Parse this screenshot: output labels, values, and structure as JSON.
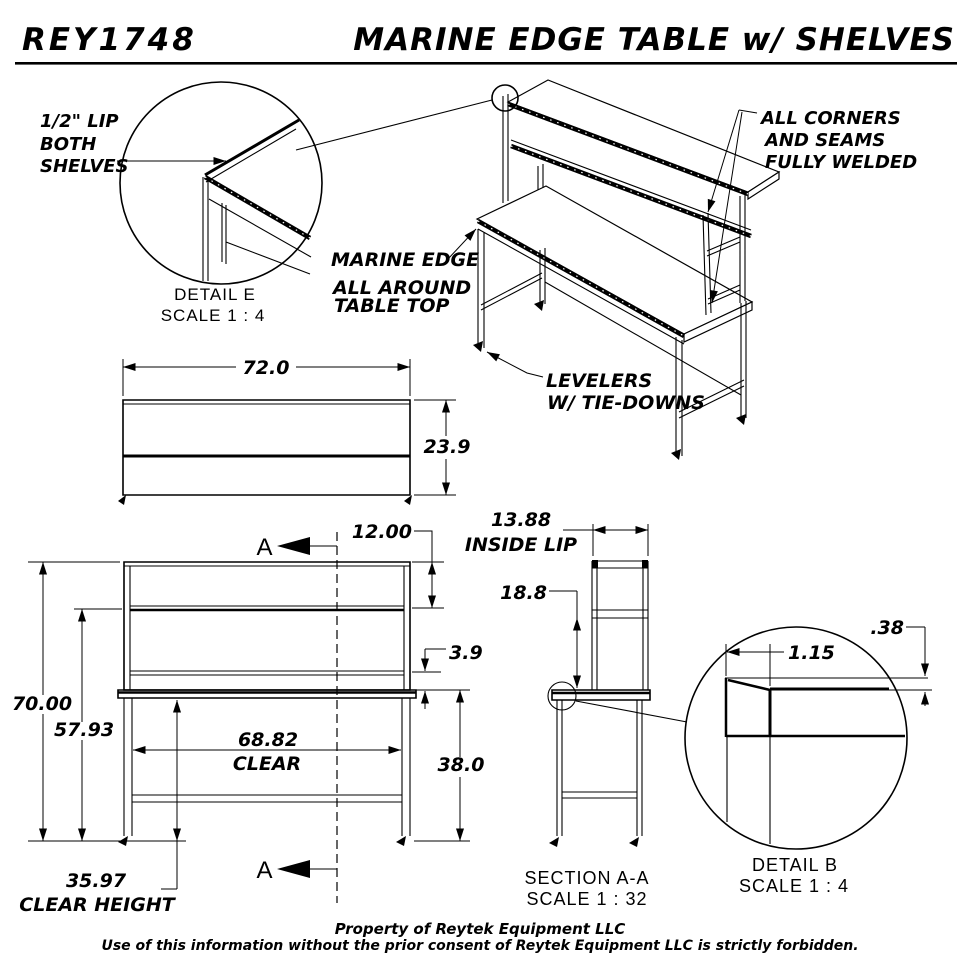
{
  "header": {
    "part_number": "REY1748",
    "title": "MARINE EDGE TABLE w/ SHELVES"
  },
  "detail_e": {
    "note_line1": "1/2\" LIP",
    "note_line2": "BOTH",
    "note_line3": "SHELVES",
    "label": "DETAIL E",
    "scale": "SCALE 1 : 4"
  },
  "iso_view": {
    "welded_line1": "ALL CORNERS",
    "welded_line2": "AND SEAMS",
    "welded_line3": "FULLY WELDED",
    "marine_line1": "MARINE EDGE",
    "marine_line2": "ALL AROUND",
    "marine_line3": "TABLE TOP",
    "levelers_line1": "LEVELERS",
    "levelers_line2": "W/ TIE-DOWNS"
  },
  "top_view": {
    "width_in": "72.0",
    "depth_in": "23.9"
  },
  "front_view": {
    "shelf_spacing_in": "12.00",
    "shelf_to_table_in": "3.9",
    "overall_height_in": "70.00",
    "lower_shelf_height_in": "57.93",
    "clear_width_in": "68.82",
    "clear_width_label": "CLEAR",
    "table_height_in": "38.0",
    "clear_height_in": "35.97",
    "clear_height_label": "CLEAR HEIGHT",
    "section_letter": "A"
  },
  "section_view": {
    "inside_lip_in": "13.88",
    "inside_lip_label": "INSIDE LIP",
    "shelf_clearance_in": "18.8",
    "label": "SECTION A-A",
    "scale": "SCALE 1 : 32"
  },
  "detail_b": {
    "lip_height_in": ".38",
    "lip_setback_in": "1.15",
    "label": "DETAIL B",
    "scale": "SCALE 1 : 4"
  },
  "footer": {
    "line1": "Property of Reytek Equipment LLC",
    "line2": "Use of this information without the prior consent of Reytek Equipment LLC is strictly forbidden."
  },
  "colors": {
    "ink": "#000000",
    "paper": "#ffffff"
  }
}
